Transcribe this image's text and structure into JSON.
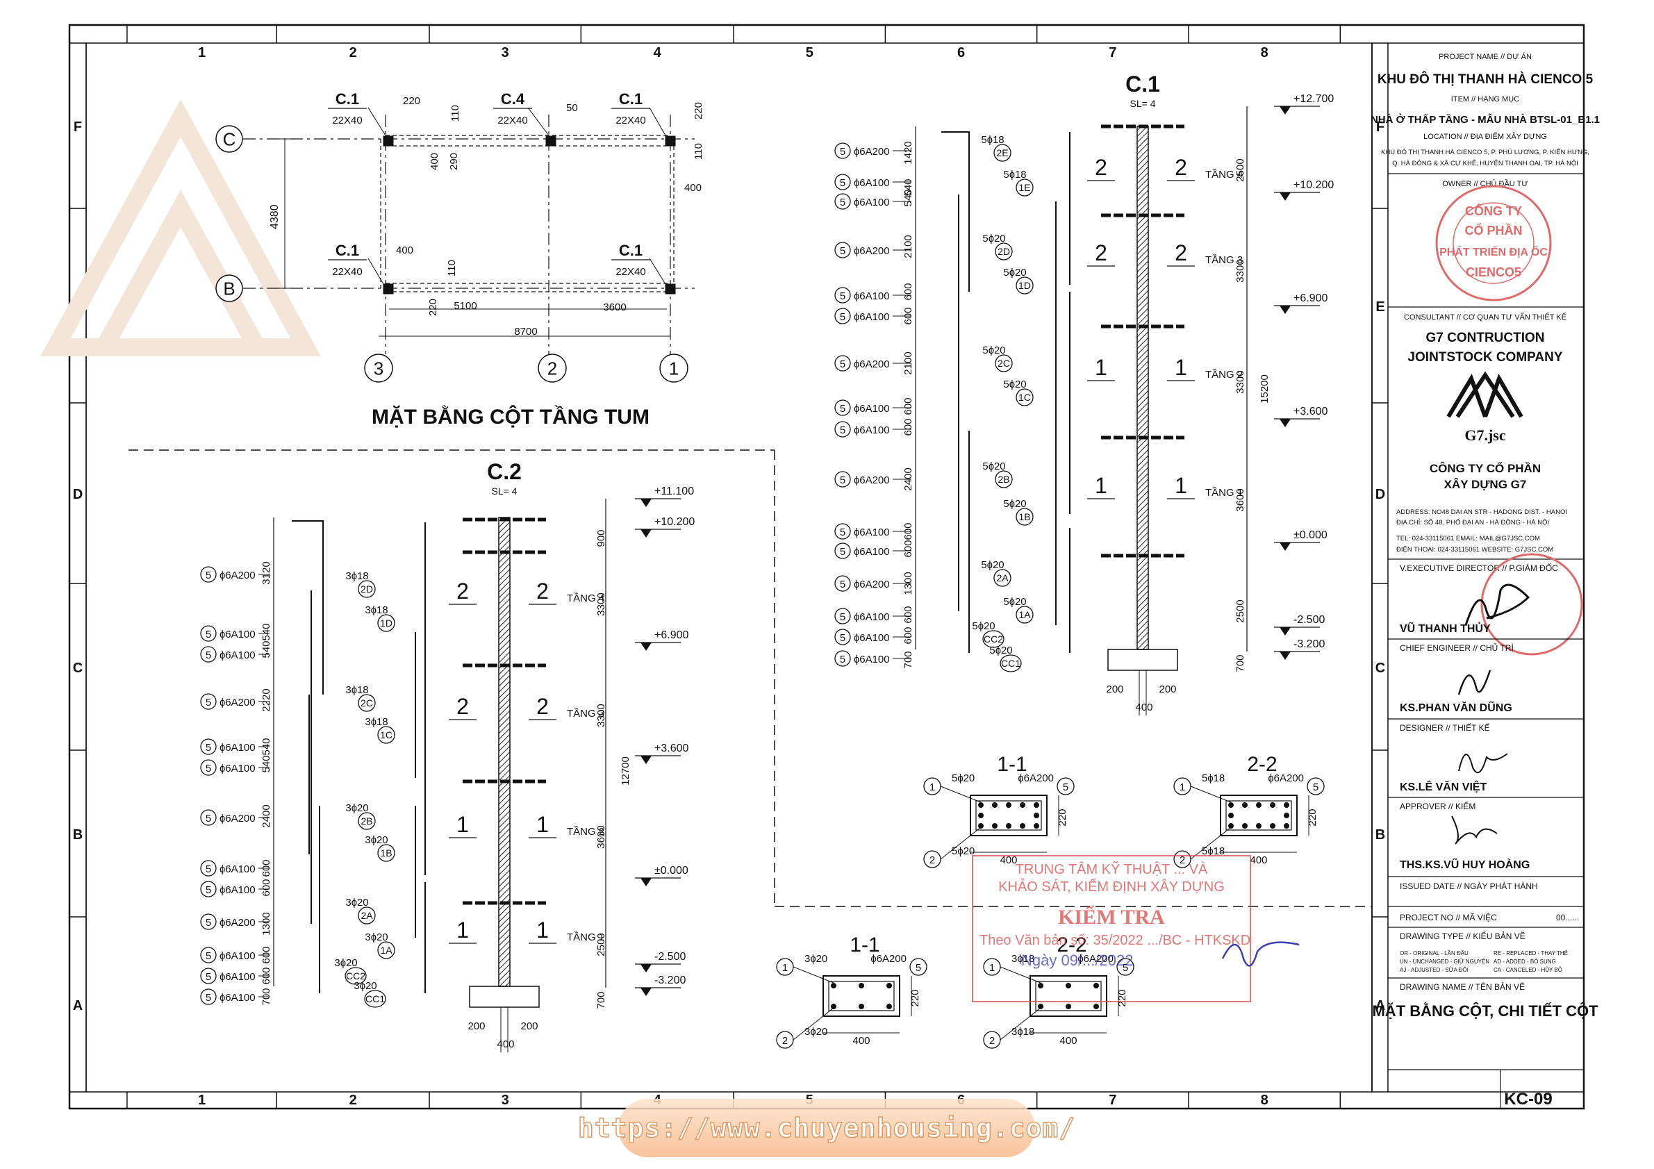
{
  "grid": {
    "cols": [
      "1",
      "2",
      "3",
      "4",
      "5",
      "6",
      "7",
      "8"
    ],
    "rows": [
      "F",
      "E",
      "D",
      "C",
      "B",
      "A"
    ]
  },
  "plan": {
    "title": "MẶT BẰNG CỘT TẦNG TUM",
    "axes_row": [
      "C",
      "B"
    ],
    "axes_col": [
      "3",
      "2",
      "1"
    ],
    "col_labels": [
      {
        "name": "C.1",
        "size": "22X40"
      },
      {
        "name": "C.4",
        "size": "22X40"
      },
      {
        "name": "C.1",
        "size": "22X40"
      },
      {
        "name": "C.1",
        "size": "22X40"
      },
      {
        "name": "C.1",
        "size": "22X40"
      }
    ],
    "dims": {
      "d220a": "220",
      "d50": "50",
      "d110a": "110",
      "d220b": "220",
      "d110b": "110",
      "d400a": "400",
      "d400b": "400",
      "d290": "290",
      "d4380": "4380",
      "d400c": "400",
      "d110c": "110",
      "d220c": "220",
      "d5100": "5100",
      "d3600": "3600",
      "d8700": "8700"
    }
  },
  "c1": {
    "title": "C.1",
    "sl": "SL= 4",
    "levels": [
      "+12.700",
      "+10.200",
      "+6.900",
      "+3.600",
      "±0.000",
      "-2.500",
      "-3.200"
    ],
    "floors": [
      "TẦNG 4",
      "TẦNG 3",
      "TẦNG 2",
      "TẦNG 1"
    ],
    "stirrups": [
      "ɸ6A200",
      "ɸ6A100",
      "ɸ6A100",
      "ɸ6A200",
      "ɸ6A100",
      "ɸ6A100",
      "ɸ6A200",
      "ɸ6A100",
      "ɸ6A100",
      "ɸ6A200",
      "ɸ6A100",
      "ɸ6A100",
      "ɸ6A200",
      "ɸ6A100",
      "ɸ6A100",
      "ɸ6A100"
    ],
    "dims_left": [
      "1420",
      "540",
      "540",
      "2100",
      "600",
      "600",
      "2100",
      "600",
      "600",
      "2400",
      "600",
      "600",
      "1300",
      "600",
      "600",
      "700"
    ],
    "dims_right": [
      "2500",
      "3300",
      "3300",
      "15200",
      "3600",
      "2500",
      "700"
    ],
    "bars": [
      {
        "id": "2E",
        "spec": "5ɸ18"
      },
      {
        "id": "1E",
        "spec": "5ɸ18"
      },
      {
        "id": "2D",
        "spec": "5ɸ20"
      },
      {
        "id": "1D",
        "spec": "5ɸ20"
      },
      {
        "id": "2C",
        "spec": "5ɸ20"
      },
      {
        "id": "1C",
        "spec": "5ɸ20"
      },
      {
        "id": "2B",
        "spec": "5ɸ20"
      },
      {
        "id": "1B",
        "spec": "5ɸ20"
      },
      {
        "id": "2A",
        "spec": "5ɸ20"
      },
      {
        "id": "1A",
        "spec": "5ɸ20"
      },
      {
        "id": "CC2",
        "spec": "5ɸ20"
      },
      {
        "id": "CC1",
        "spec": "5ɸ20"
      }
    ],
    "base": {
      "w1": "200",
      "w2": "200",
      "w3": "400"
    },
    "sec11": {
      "title": "1-1",
      "top": "5ɸ20",
      "stir": "ɸ6A200",
      "bot": "5ɸ20",
      "h": "220",
      "w": "400"
    },
    "sec22": {
      "title": "2-2",
      "top": "5ɸ18",
      "stir": "ɸ6A200",
      "bot": "5ɸ18",
      "h": "220",
      "w": "400"
    }
  },
  "c2": {
    "title": "C.2",
    "sl": "SL= 4",
    "levels": [
      "+11.100",
      "+10.200",
      "+6.900",
      "+3.600",
      "±0.000",
      "-2.500",
      "-3.200"
    ],
    "floors": [
      "TẦNG 4",
      "TẦNG 3",
      "TẦNG 2",
      "TẦNG 1"
    ],
    "stirrups": [
      "ɸ6A200",
      "ɸ6A100",
      "ɸ6A100",
      "ɸ6A200",
      "ɸ6A100",
      "ɸ6A100",
      "ɸ6A200",
      "ɸ6A100",
      "ɸ6A100",
      "ɸ6A200",
      "ɸ6A100",
      "ɸ6A100",
      "ɸ6A100"
    ],
    "dims_left": [
      "3120",
      "540",
      "540",
      "2220",
      "540",
      "540",
      "2400",
      "600",
      "600",
      "1300",
      "600",
      "600",
      "700"
    ],
    "dims_right": [
      "900",
      "3300",
      "3300",
      "12700",
      "3600",
      "2500",
      "700"
    ],
    "bars": [
      {
        "id": "2D",
        "spec": "3ɸ18"
      },
      {
        "id": "1D",
        "spec": "3ɸ18"
      },
      {
        "id": "2C",
        "spec": "3ɸ18"
      },
      {
        "id": "1C",
        "spec": "3ɸ18"
      },
      {
        "id": "2B",
        "spec": "3ɸ20"
      },
      {
        "id": "1B",
        "spec": "3ɸ20"
      },
      {
        "id": "2A",
        "spec": "3ɸ20"
      },
      {
        "id": "1A",
        "spec": "3ɸ20"
      },
      {
        "id": "CC2",
        "spec": "3ɸ20"
      },
      {
        "id": "CC1",
        "spec": "3ɸ20"
      }
    ],
    "base": {
      "w1": "200",
      "w2": "200",
      "w3": "400"
    },
    "sec11": {
      "title": "1-1",
      "top": "3ɸ20",
      "stir": "ɸ6A200",
      "bot": "3ɸ20",
      "h": "220",
      "w": "400"
    },
    "sec22": {
      "title": "2-2",
      "top": "3ɸ18",
      "stir": "ɸ6A200",
      "bot": "3ɸ18",
      "h": "220",
      "w": "400"
    }
  },
  "stamp": {
    "l1": "TRUNG TÂM KỸ THUẬT ... VÀ",
    "l2": "KHẢO SÁT, KIỂM ĐỊNH XÂY DỰNG",
    "l3": "KIỂM TRA",
    "l4": "Theo Văn bản số: 35/2022 .../BC - HTKSKD",
    "l5": "Ngày 09/.../2022"
  },
  "titleblock": {
    "project_lbl": "PROJECT NAME // DỰ ÁN",
    "project": "KHU ĐÔ THỊ THANH HÀ CIENCO 5",
    "item_lbl": "ITEM // HẠNG MỤC",
    "item": "NHÀ Ở THẤP TẦNG - MẪU NHÀ BTSL-01_B1.1",
    "loc_lbl": "LOCATION // ĐỊA ĐIỂM XÂY DỰNG",
    "loc1": "KHU ĐÔ THỊ THANH HÀ CIENCO 5, P. PHÚ LƯƠNG, P. KIẾN HƯNG,",
    "loc2": "Q. HÀ ĐÔNG & XÃ CỰ KHÊ, HUYỆN THANH OAI, TP. HÀ NỘI",
    "owner_lbl": "OWNER // CHỦ ĐẦU TƯ",
    "owner_stamp1": "CÔNG TY",
    "owner_stamp2": "CỔ PHẦN",
    "owner_stamp3": "PHÁT TRIỂN ĐỊA ỐC",
    "owner_stamp4": "CIENCO5",
    "consult_lbl": "CONSULTANT // CƠ QUAN TƯ VẤN THIẾT KẾ",
    "consult1": "G7 CONTRUCTION",
    "consult2": "JOINTSTOCK COMPANY",
    "logo_txt": "G7.jsc",
    "company1": "CÔNG TY CỔ PHẦN",
    "company2": "XÂY DỰNG G7",
    "addr1": "ADDRESS: NO48 DAI AN STR - HADONG DIST. - HANOI",
    "addr2": "ĐỊA CHỈ: SỐ 48, PHỐ ĐẠI AN - HÀ ĐÔNG - HÀ NỘI",
    "tel1": "TEL: 024-33115061  EMAIL: MAIL@G7JSC.COM",
    "tel2": "ĐIỆN THOẠI: 024-33115061  WEBSITE: G7JSC.COM",
    "dir_lbl": "V.EXECUTIVE DIRECTOR // P.GIÁM ĐỐC",
    "dir": "VŨ THANH THỦY",
    "chief_lbl": "CHIEF ENGINEER // CHỦ TRÌ",
    "chief": "KS.PHAN VĂN DŨNG",
    "designer_lbl": "DESIGNER // THIẾT KẾ",
    "designer": "KS.LÊ VĂN VIỆT",
    "approver_lbl": "APPROVER // KIỂM",
    "approver": "THS.KS.VŨ HUY HOÀNG",
    "issued_lbl": "ISSUED DATE // NGÀY PHÁT HÀNH",
    "projno_lbl": "PROJECT NO // MÃ VIỆC",
    "projno": "00......",
    "dtype_lbl": "DRAWING TYPE // KIỂU BẢN VẼ",
    "dt1": "OR - ORIGINAL - LẦN ĐẦU",
    "dt2": "UN - UNCHANGED - GIỮ NGUYÊN",
    "dt3": "AJ - ADJUSTED - SỬA ĐỔI",
    "dt4": "RE - REPLACED - THAY THẾ",
    "dt5": "AD - ADDED - BỔ SUNG",
    "dt6": "CA - CANCELED - HỦY BỎ",
    "dname_lbl": "DRAWING NAME // TÊN BẢN VẼ",
    "dname": "MẶT BẰNG CỘT, CHI TIẾT CỘT",
    "sheet_no": "KC-09"
  },
  "watermark": {
    "url": "https://www.chuyenhousing.com/"
  }
}
